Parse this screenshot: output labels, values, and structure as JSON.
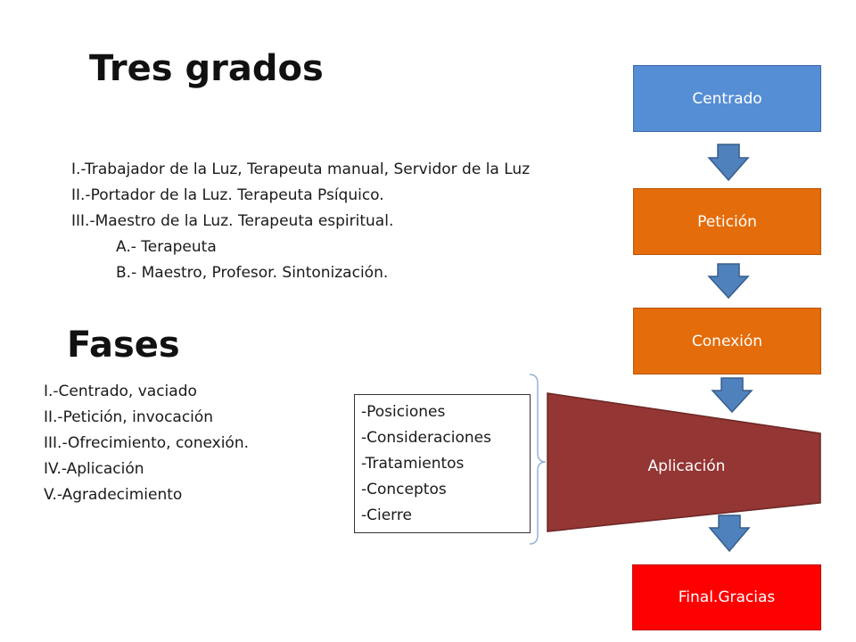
{
  "heading1": "Tres grados",
  "grados": [
    "I.-Trabajador de la Luz, Terapeuta manual, Servidor de la Luz",
    "II.-Portador de la Luz. Terapeuta Psíquico.",
    "III.-Maestro de la Luz. Terapeuta espiritual.",
    "A.- Terapeuta",
    "B.- Maestro, Profesor. Sintonización."
  ],
  "heading2": "Fases",
  "fases": [
    "I.-Centrado, vaciado",
    "II.-Petición, invocación",
    "III.-Ofrecimiento, conexión.",
    "IV.-Aplicación",
    "V.-Agradecimiento"
  ],
  "aplicacion_items": [
    "-Posiciones",
    "-Consideraciones",
    "-Tratamientos",
    "-Conceptos",
    "-Cierre"
  ],
  "flow": {
    "step1": "Centrado",
    "step2": "Petición",
    "step3": "Conexión",
    "step4": "Aplicación",
    "step5": "Final.Gracias"
  },
  "colors": {
    "blue_box": "#558ed5",
    "orange_box": "#e46c0a",
    "trapezoid": "#943634",
    "red_box": "#ff0000",
    "arrow": "#4f81bd",
    "bracket": "#95b3d7"
  }
}
